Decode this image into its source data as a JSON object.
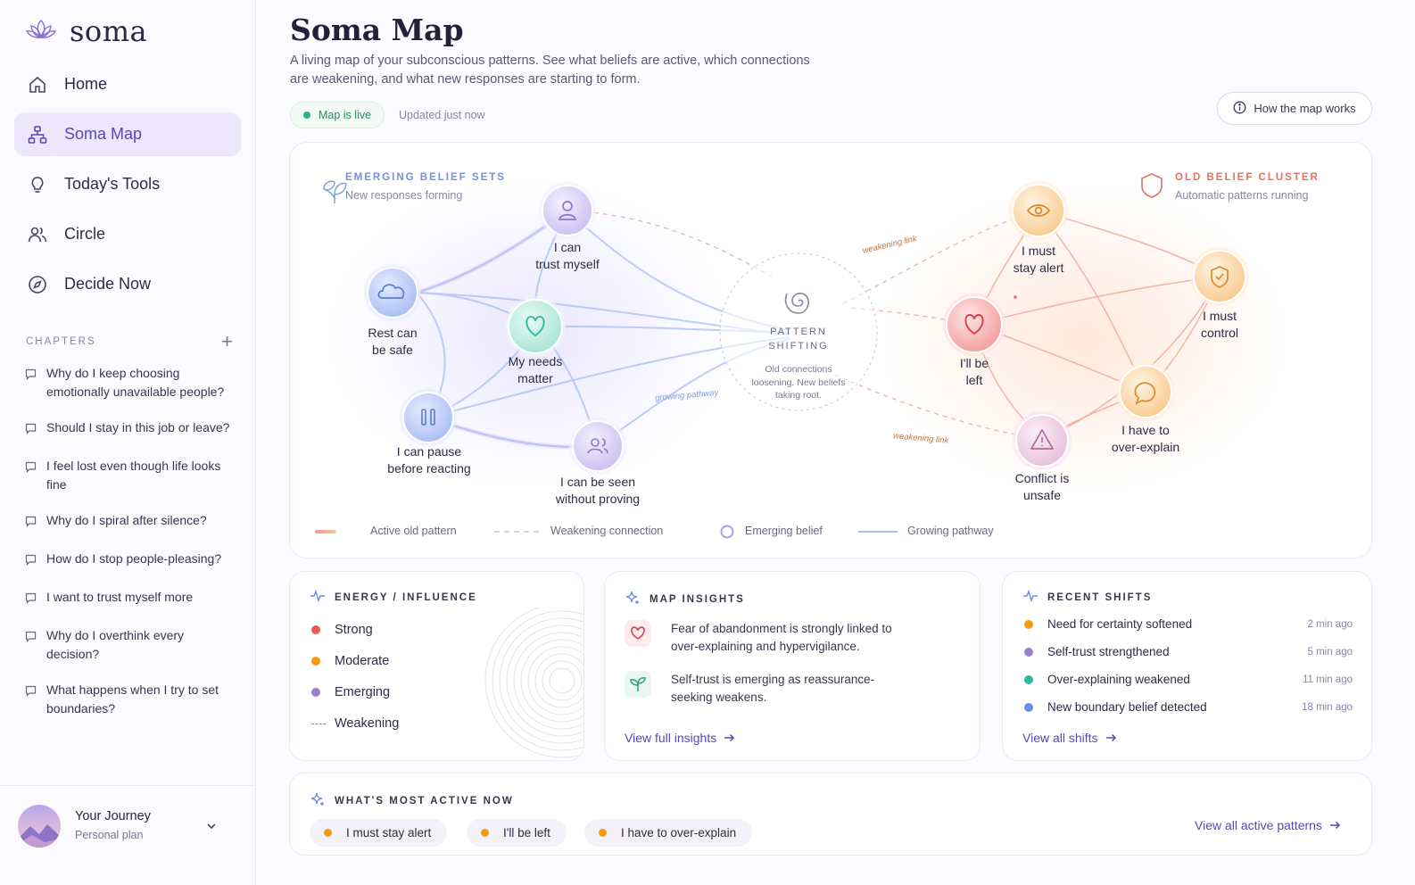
{
  "brand": {
    "name": "soma"
  },
  "sidebar": {
    "nav": [
      {
        "label": "Home",
        "icon": "home-icon",
        "active": false
      },
      {
        "label": "Soma Map",
        "icon": "network-icon",
        "active": true
      },
      {
        "label": "Today's Tools",
        "icon": "lightbulb-icon",
        "active": false
      },
      {
        "label": "Circle",
        "icon": "people-icon",
        "active": false
      },
      {
        "label": "Decide Now",
        "icon": "compass-icon",
        "active": false
      }
    ],
    "chapters_label": "CHAPTERS",
    "chapters": [
      "Why do I keep choosing emotionally unavailable people?",
      "Should I stay in this job or leave?",
      "I feel lost even though life looks fine",
      "Why do I spiral after silence?",
      "How do I stop people-pleasing?",
      "I want to trust myself more",
      "Why do I overthink every decision?",
      "What happens when I try to set boundaries?"
    ],
    "journey": {
      "title": "Your Journey",
      "subtitle": "Personal plan"
    }
  },
  "header": {
    "title": "Soma Map",
    "subtitle": "A living map of your subconscious patterns. See what beliefs are active, which connections are weakening, and what new responses are starting to form.",
    "live_label": "Map is live",
    "updated": "Updated just now",
    "how_button": "How the map works"
  },
  "map": {
    "emerging": {
      "title": "EMERGING BELIEF SETS",
      "subtitle": "New responses forming",
      "color": "#7a8fd6"
    },
    "old": {
      "title": "OLD BELIEF CLUSTER",
      "subtitle": "Automatic patterns running",
      "color": "#e07268"
    },
    "center": {
      "title": "PATTERN\nSHIFTING",
      "subtitle": "Old connections loosening. New beliefs taking root."
    },
    "nodes": {
      "trust": "I can\ntrust myself",
      "rest": "Rest can\nbe safe",
      "needs": "My needs\nmatter",
      "pause": "I can pause\nbefore reacting",
      "seen": "I can be seen\nwithout proving",
      "alert": "I must\nstay alert",
      "control": "I must\ncontrol",
      "left": "I'll be\nleft",
      "explain": "I have to\nover-explain",
      "conflict": "Conflict is\nunsafe"
    },
    "edge_labels": {
      "weakening_1": "weakening link",
      "weakening_2": "weakening link",
      "growing": "growing pathway"
    },
    "legend": {
      "active": "Active old pattern",
      "weakening": "Weakening connection",
      "emerging": "Emerging belief",
      "growing": "Growing pathway"
    }
  },
  "energy": {
    "title": "ENERGY / INFLUENCE",
    "items": [
      {
        "label": "Strong",
        "color": "#ee5a4f"
      },
      {
        "label": "Moderate",
        "color": "#f39c12"
      },
      {
        "label": "Emerging",
        "color": "#9b7fd1"
      },
      {
        "label": "Weakening",
        "color": ""
      }
    ]
  },
  "insights": {
    "title": "MAP INSIGHTS",
    "items": [
      {
        "icon": "heart-icon",
        "text": "Fear of abandonment is strongly linked to over-explaining and hypervigilance."
      },
      {
        "icon": "sprout-icon",
        "text": "Self-trust is emerging as reassurance-seeking weakens."
      }
    ],
    "link": "View full insights"
  },
  "shifts": {
    "title": "RECENT SHIFTS",
    "items": [
      {
        "label": "Need for certainty softened",
        "time": "2 min ago",
        "color": "#f39c12"
      },
      {
        "label": "Self-trust strengthened",
        "time": "5 min ago",
        "color": "#9b7fd1"
      },
      {
        "label": "Over-explaining weakened",
        "time": "11 min ago",
        "color": "#2fb8a0"
      },
      {
        "label": "New boundary belief detected",
        "time": "18 min ago",
        "color": "#6b8ee8"
      }
    ],
    "link": "View all shifts"
  },
  "active_now": {
    "title": "WHAT'S MOST ACTIVE NOW",
    "chips": [
      "I must stay alert",
      "I'll be left",
      "I have to over-explain"
    ],
    "link": "View all active patterns"
  },
  "colors": {
    "accent": "#5b46b8",
    "accent_bg": "#ece7fb",
    "live": "#2fb37a"
  }
}
